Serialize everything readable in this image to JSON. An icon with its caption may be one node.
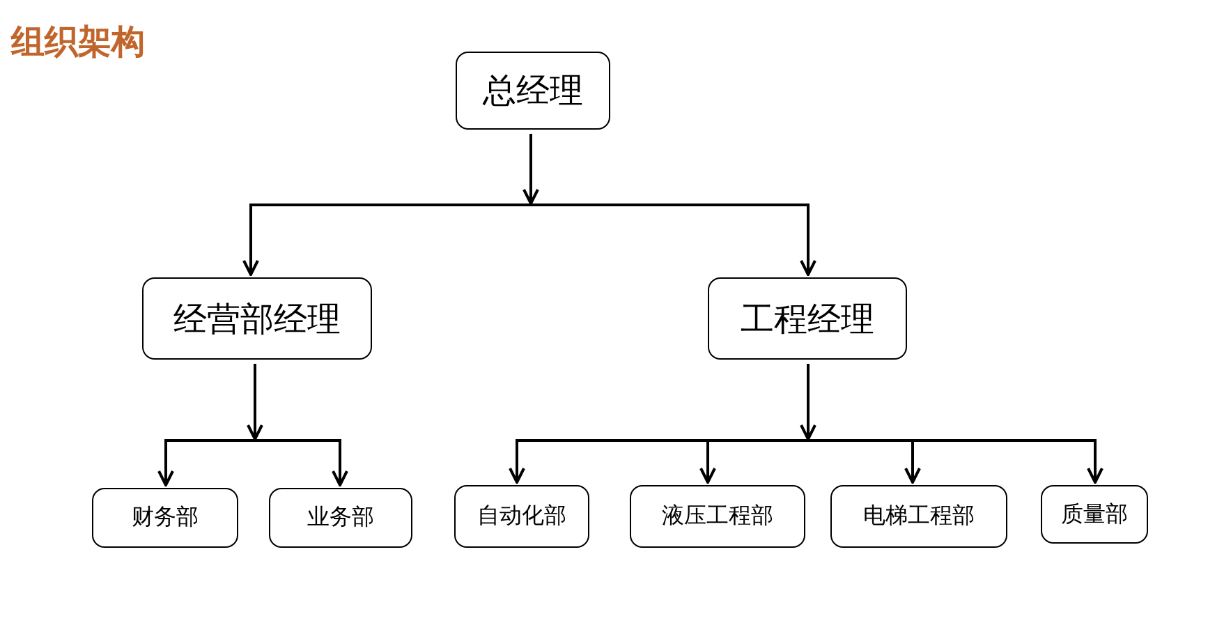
{
  "diagram": {
    "title": "组织架构",
    "nodes": [
      {
        "text": [
          "总经理"
        ]
      },
      {
        "text": [
          "经营部经理"
        ]
      },
      {
        "text": [
          "工程经理"
        ]
      },
      {
        "text": [
          "财务部"
        ]
      },
      {
        "text": [
          "业务部"
        ]
      },
      {
        "text": [
          "自动化部"
        ]
      },
      {
        "text": [
          "液压工程部"
        ]
      },
      {
        "text": [
          "电梯工程部"
        ]
      },
      {
        "text": [
          "质量部"
        ]
      }
    ],
    "edges": [
      {
        "from": 0,
        "to": 1,
        "arrow": "to"
      },
      {
        "from": 0,
        "to": 2,
        "arrow": "to"
      },
      {
        "from": 1,
        "to": 3,
        "arrow": "to"
      },
      {
        "from": 1,
        "to": 4,
        "arrow": "to"
      },
      {
        "from": 2,
        "to": 5,
        "arrow": "to"
      },
      {
        "from": 2,
        "to": 6,
        "arrow": "to"
      },
      {
        "from": 2,
        "to": 7,
        "arrow": "to"
      },
      {
        "from": 2,
        "to": 8,
        "arrow": "to"
      }
    ]
  }
}
